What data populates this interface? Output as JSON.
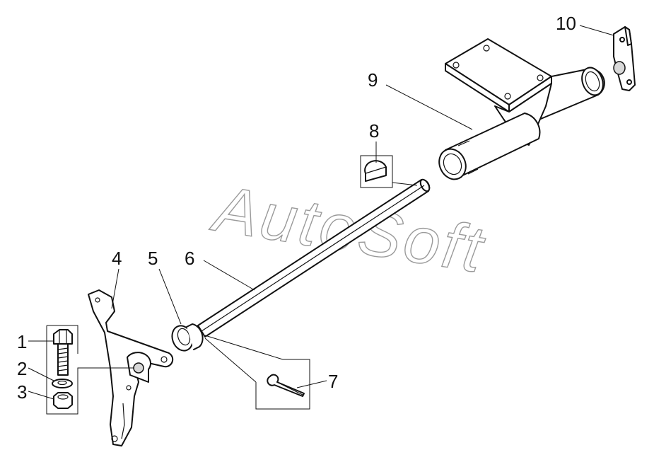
{
  "callouts": {
    "c1": "1",
    "c2": "2",
    "c3": "3",
    "c4": "4",
    "c5": "5",
    "c6": "6",
    "c7": "7",
    "c8": "8",
    "c9": "9",
    "c10": "10"
  },
  "watermark": "AutoSoft"
}
